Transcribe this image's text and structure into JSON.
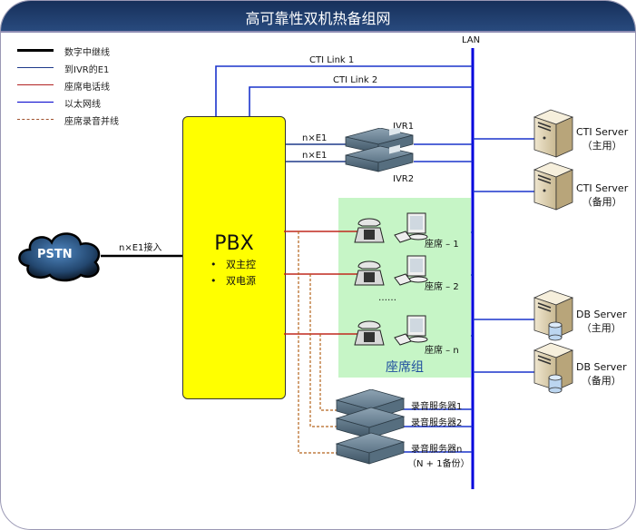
{
  "title": "高可靠性双机热备组网",
  "legend": [
    {
      "label": "数字中继线",
      "color": "#000000",
      "style": "solid-thick"
    },
    {
      "label": "到IVR的E1",
      "color": "#1f3a8a",
      "style": "solid"
    },
    {
      "label": "座席电话线",
      "color": "#b22222",
      "style": "solid"
    },
    {
      "label": "以太网线",
      "color": "#0000cc",
      "style": "solid"
    },
    {
      "label": "座席录音并线",
      "color": "#a0522d",
      "style": "dashed"
    }
  ],
  "lan": {
    "label": "LAN",
    "color": "#0000dd"
  },
  "cti_links": [
    "CTI Link 1",
    "CTI Link 2"
  ],
  "pstn": {
    "label": "PSTN",
    "link_label": "n×E1接入"
  },
  "pbx": {
    "label": "PBX",
    "features": [
      "双主控",
      "双电源"
    ]
  },
  "ivr": {
    "units": [
      "IVR1",
      "IVR2"
    ],
    "link_labels": [
      "n×E1",
      "n×E1"
    ]
  },
  "servers": {
    "cti_primary": {
      "name": "CTI Server",
      "role": "（主用）"
    },
    "cti_backup": {
      "name": "CTI Server",
      "role": "（备用）"
    },
    "db_primary": {
      "name": "DB Server",
      "role": "（主用）"
    },
    "db_backup": {
      "name": "DB Server",
      "role": "（备用）"
    }
  },
  "seat_group": {
    "label": "座席组",
    "seats": [
      "座席 – 1",
      "座席 – 2",
      "座席 – n"
    ],
    "ellipsis": "……"
  },
  "recording": {
    "servers": [
      "录音服务器1",
      "录音服务器2",
      "录音服务器n"
    ],
    "note": "（N + 1备份）"
  },
  "colors": {
    "title_bg": "#1f3c6b",
    "pbx": "#ffff00",
    "seat_group_bg": "#c6f5c6",
    "ethernet": "#0000cc",
    "phone_line": "#b22222",
    "recording_line": "#b5651d"
  }
}
